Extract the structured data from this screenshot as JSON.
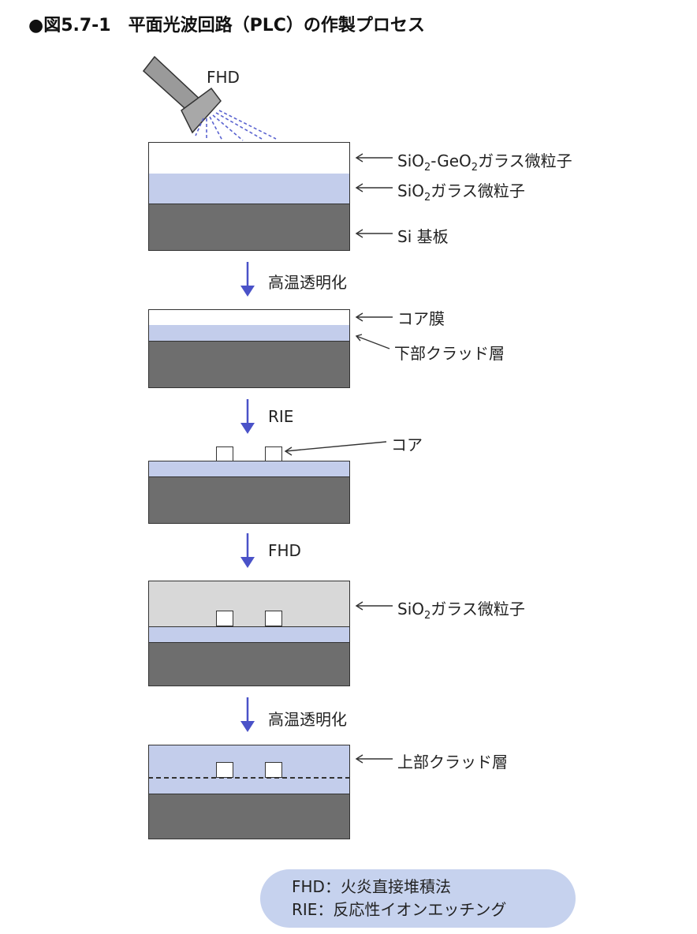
{
  "title": "●図5.7-1　平面光波回路（PLC）の作製プロセス",
  "colors": {
    "substrate": "#6e6e6e",
    "blue_layer": "#c3cdeb",
    "white_layer": "#ffffff",
    "gray_soot": "#d8d8d8",
    "arrow": "#4a52c8",
    "border": "#333333",
    "legend_bg": "#c6d2ee"
  },
  "torch": {
    "label": "FHD",
    "icon": "torch-icon"
  },
  "stage1": {
    "top_label_main": "SiO",
    "top_label_sub1": "2",
    "top_label_mid": "-GeO",
    "top_label_sub2": "2",
    "top_label_tail": "ガラス微粒子",
    "mid_label_main": "SiO",
    "mid_label_sub": "2",
    "mid_label_tail": "ガラス微粒子",
    "bottom_label": "Si 基板"
  },
  "step1": "高温透明化",
  "stage2": {
    "core_film": "コア膜",
    "lower_cladding": "下部クラッド層"
  },
  "step2": "RIE",
  "stage3": {
    "core": "コア"
  },
  "step3": "FHD",
  "stage4": {
    "label_main": "SiO",
    "label_sub": "2",
    "label_tail": "ガラス微粒子"
  },
  "step4": "高温透明化",
  "stage5": {
    "upper_cladding": "上部クラッド層"
  },
  "legend": {
    "line1": "FHD：火炎直接堆積法",
    "line2": "RIE：反応性イオンエッチング"
  }
}
